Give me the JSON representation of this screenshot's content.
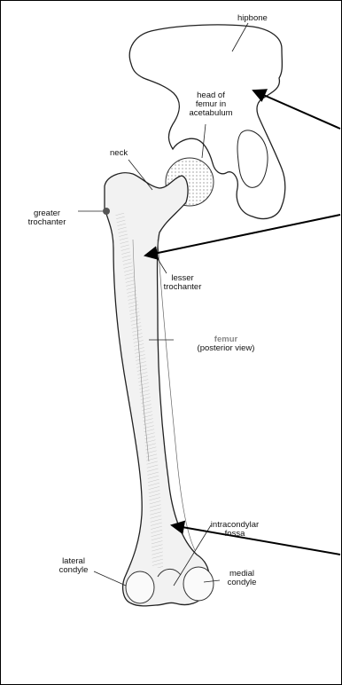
{
  "labels": {
    "hipbone": "hipbone",
    "head_line1": "head of",
    "head_line2": "femur in",
    "head_line3": "acetabulum",
    "neck": "neck",
    "greater_line1": "greater",
    "greater_line2": "trochanter",
    "lesser_line1": "lesser",
    "lesser_line2": "trochanter",
    "femur": "femur",
    "femur_view": "(posterior view)",
    "intra_line1": "intracondylar",
    "intra_line2": "fossa",
    "lateral_line1": "lateral",
    "lateral_line2": "condyle",
    "medial_line1": "medial",
    "medial_line2": "condyle"
  },
  "colors": {
    "line": "#000000",
    "femur_label": "#888888"
  }
}
